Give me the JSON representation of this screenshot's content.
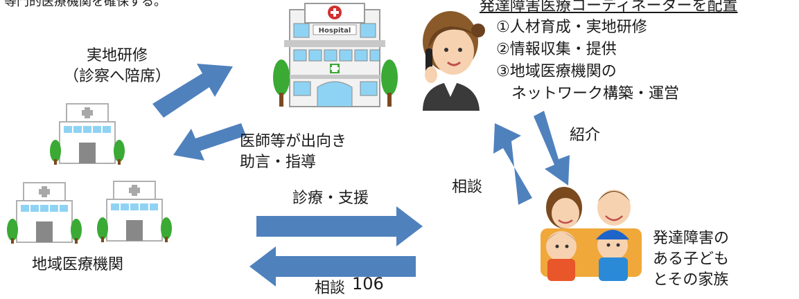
{
  "header": {
    "top_cut_text": "等門的医療機関を確保する。",
    "coordinator_title": "発達障害医療コーディネーターを配置",
    "coordinator_roles": [
      "①人材育成・実地研修",
      "②情報収集・提供",
      "③地域医療機関の",
      "　ネットワーク構築・運営"
    ]
  },
  "hospital": {
    "sign": "Hospital"
  },
  "labels": {
    "training_line1": "実地研修",
    "training_line2": "（診察へ陪席）",
    "dispatch_line1": "医師等が出向き",
    "dispatch_line2": "助言・指導",
    "referral": "紹介",
    "consult_right": "相談",
    "treatment": "診療・支援",
    "consult_bottom": "相談",
    "page_number": "106",
    "local_clinics": "地域医療機関",
    "family_line1": "発達障害の",
    "family_line2": "ある子ども",
    "family_line3": "とその家族"
  },
  "colors": {
    "arrow": "#4f81bd",
    "building": "#ffffff",
    "window": "#8fd3f4",
    "tree": "#3aaa35",
    "trunk": "#7a4a1e",
    "cross": "#d03030"
  }
}
